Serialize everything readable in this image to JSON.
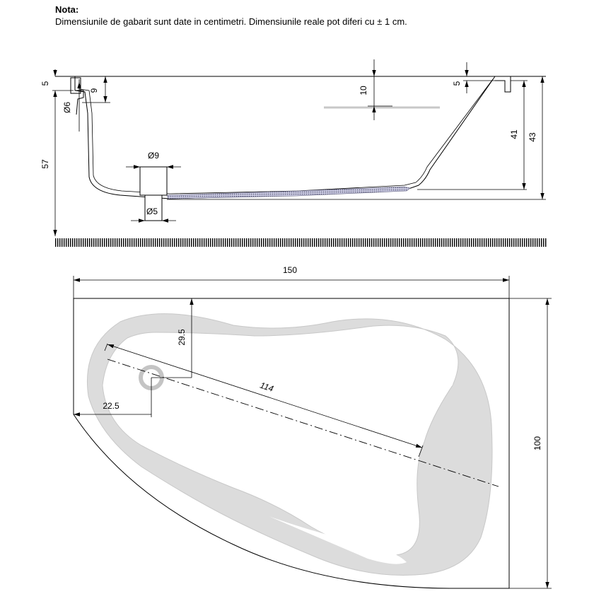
{
  "note": {
    "title": "Nota:",
    "text": "Dimensiunile de gabarit sunt date in centimetri. Dimensiunile reale pot diferi cu ± 1 cm."
  },
  "side_view": {
    "dims": {
      "rim_left": "5",
      "rim_depth": "9",
      "overflow_dia": "Ø6",
      "total_height": "57",
      "drain_top_dia": "Ø9",
      "drain_bottom_dia": "Ø5",
      "center_depth": "10",
      "rim_right": "5",
      "inner_depth": "41",
      "outer_depth": "43"
    }
  },
  "top_view": {
    "dims": {
      "length": "150",
      "width": "100",
      "drain_offset_y": "29.5",
      "diagonal": "114",
      "drain_offset_x": "22.5"
    }
  },
  "colors": {
    "line": "#000000",
    "fill_grey": "#dcdcdc",
    "hatch": "#5a5a78"
  }
}
